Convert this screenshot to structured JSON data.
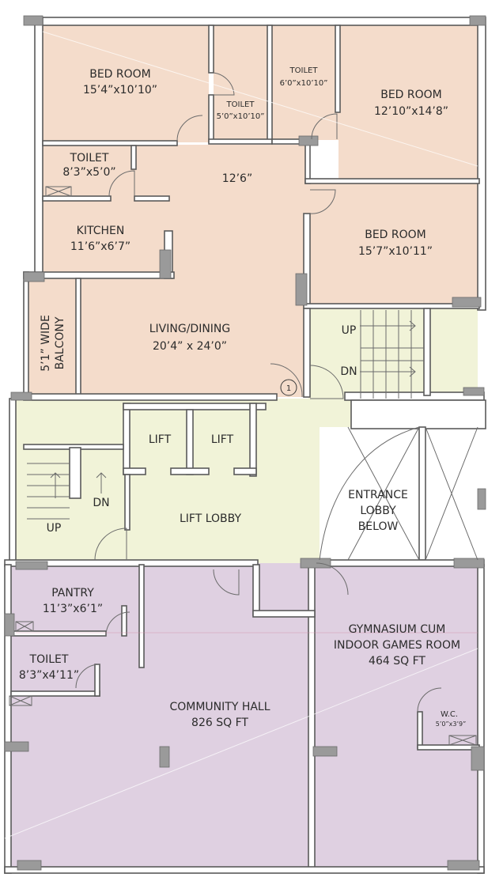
{
  "colors": {
    "residential": "#f4dccb",
    "lobby": "#f1f3d8",
    "amenity": "#dfd0e1",
    "wall": "#5a5a5a",
    "column": "#9a9a9a"
  },
  "rooms": {
    "bedroom_1": {
      "name": "BED ROOM",
      "size": "15’4”x10’10”"
    },
    "toilet_1": {
      "name": "TOILET",
      "size": "5’0”x10’10”"
    },
    "toilet_2": {
      "name": "TOILET",
      "size": "6’0”x10’10”"
    },
    "bedroom_2": {
      "name": "BED ROOM",
      "size": "12’10”x14’8”"
    },
    "toilet_3": {
      "name": "TOILET",
      "size": "8’3”x5’0”"
    },
    "passage": {
      "size": "12’6”"
    },
    "kitchen": {
      "name": "KITCHEN",
      "size": "11’6”x6’7”"
    },
    "bedroom_3": {
      "name": "BED ROOM",
      "size": "15’7”x10’11”"
    },
    "balcony": {
      "line1": "5’1” WIDE",
      "line2": "BALCONY"
    },
    "living": {
      "name": "LIVING/DINING",
      "size": "20’4” x 24’0”"
    },
    "door_tag": "1",
    "stair_up_right": "UP",
    "stair_dn_right": "DN",
    "lift_1": "LIFT",
    "lift_2": "LIFT",
    "stair_dn_left": "DN",
    "stair_up_left": "UP",
    "lift_lobby": "LIFT LOBBY",
    "entrance": {
      "line1": "ENTRANCE",
      "line2": "LOBBY",
      "line3": "BELOW"
    },
    "pantry": {
      "name": "PANTRY",
      "size": "11’3”x6’1”"
    },
    "gym": {
      "line1": "GYMNASIUM CUM",
      "line2": "INDOOR GAMES ROOM",
      "line3": "464 SQ FT"
    },
    "toilet_4": {
      "name": "TOILET",
      "size": "8’3”x4’11”"
    },
    "community": {
      "name": "COMMUNITY HALL",
      "size": "826 SQ FT"
    },
    "wc": {
      "name": "W.C.",
      "size": "5’0”x3’9”"
    }
  }
}
